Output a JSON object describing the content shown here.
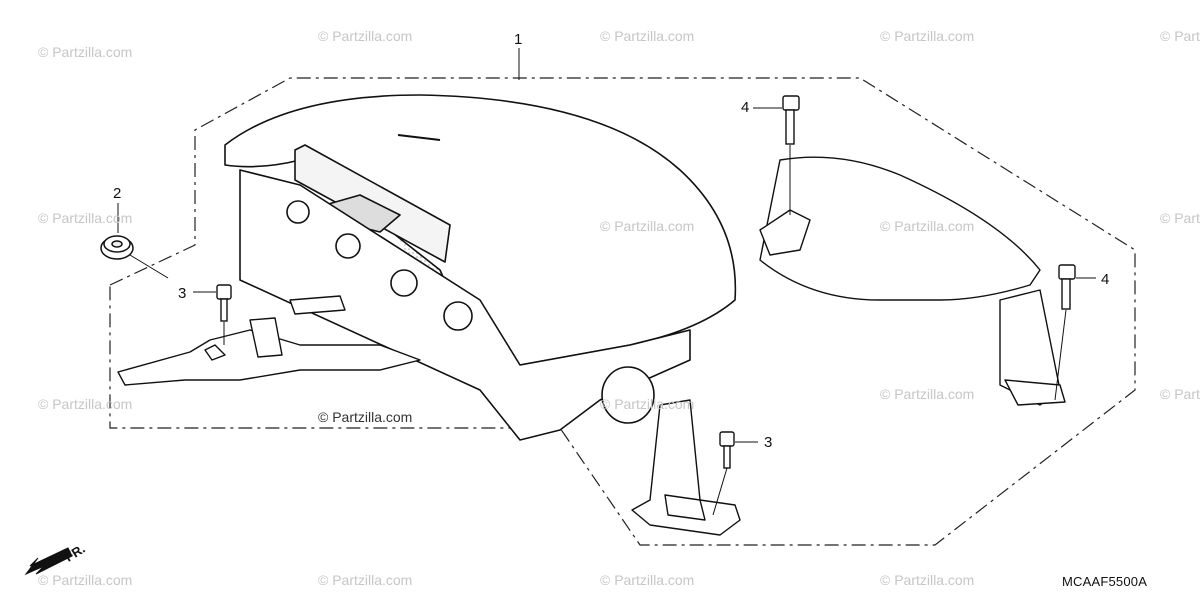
{
  "diagram": {
    "callouts": [
      {
        "id": "c1",
        "text": "1"
      },
      {
        "id": "c2",
        "text": "2"
      },
      {
        "id": "c3a",
        "text": "3"
      },
      {
        "id": "c3b",
        "text": "3"
      },
      {
        "id": "c4a",
        "text": "4"
      },
      {
        "id": "c4b",
        "text": "4"
      }
    ],
    "watermark_text": "© Partzilla.com",
    "center_watermark": "© Partzilla.com",
    "front_label": "FR.",
    "diagram_code": "MCAAF5500A"
  }
}
